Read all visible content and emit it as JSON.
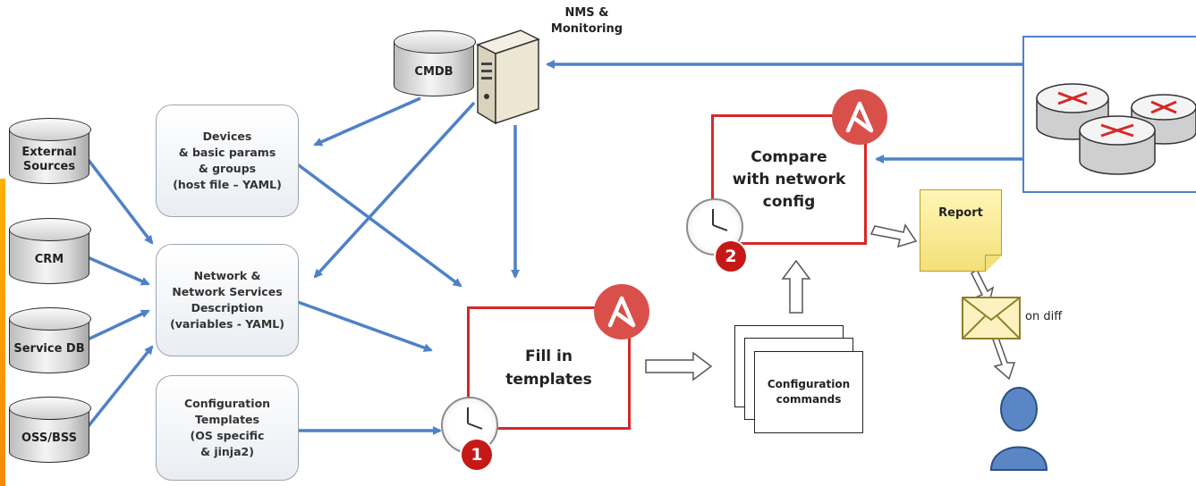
{
  "colors": {
    "arrow_blue": "#4f81c7",
    "frame_red": "#d62828",
    "ansible_red": "#d9504b",
    "badge_red": "#c71818",
    "report_yellow": "#f3e07a"
  },
  "data_sources": [
    {
      "label": "External\nSources"
    },
    {
      "label": "CRM"
    },
    {
      "label": "Service DB"
    },
    {
      "label": "OSS/BSS"
    }
  ],
  "cmdb": {
    "label": "CMDB"
  },
  "nms": {
    "label": "NMS &\nMonitoring",
    "icon": "server-icon"
  },
  "descriptions": [
    {
      "text": "Devices\n& basic params\n& groups\n(host file – YAML)"
    },
    {
      "text": "Network &\nNetwork Services\nDescription\n(variables - YAML)"
    },
    {
      "text": "Configuration\nTemplates\n(OS specific\n& jinja2)"
    }
  ],
  "fill_templates": {
    "label": "Fill in\ntemplates",
    "step": "1",
    "icon": "ansible-icon"
  },
  "compare": {
    "label": "Compare\nwith network\nconfig",
    "step": "2",
    "icon": "ansible-icon"
  },
  "config_commands": {
    "label": "Configuration\ncommands"
  },
  "report": {
    "label": "Report",
    "icon": "sticky-note-icon"
  },
  "notify": {
    "label": "on diff",
    "icon": "envelope-icon"
  },
  "user": {
    "icon": "user-icon"
  },
  "routers": {
    "icon": "router-icon",
    "count": 3
  }
}
